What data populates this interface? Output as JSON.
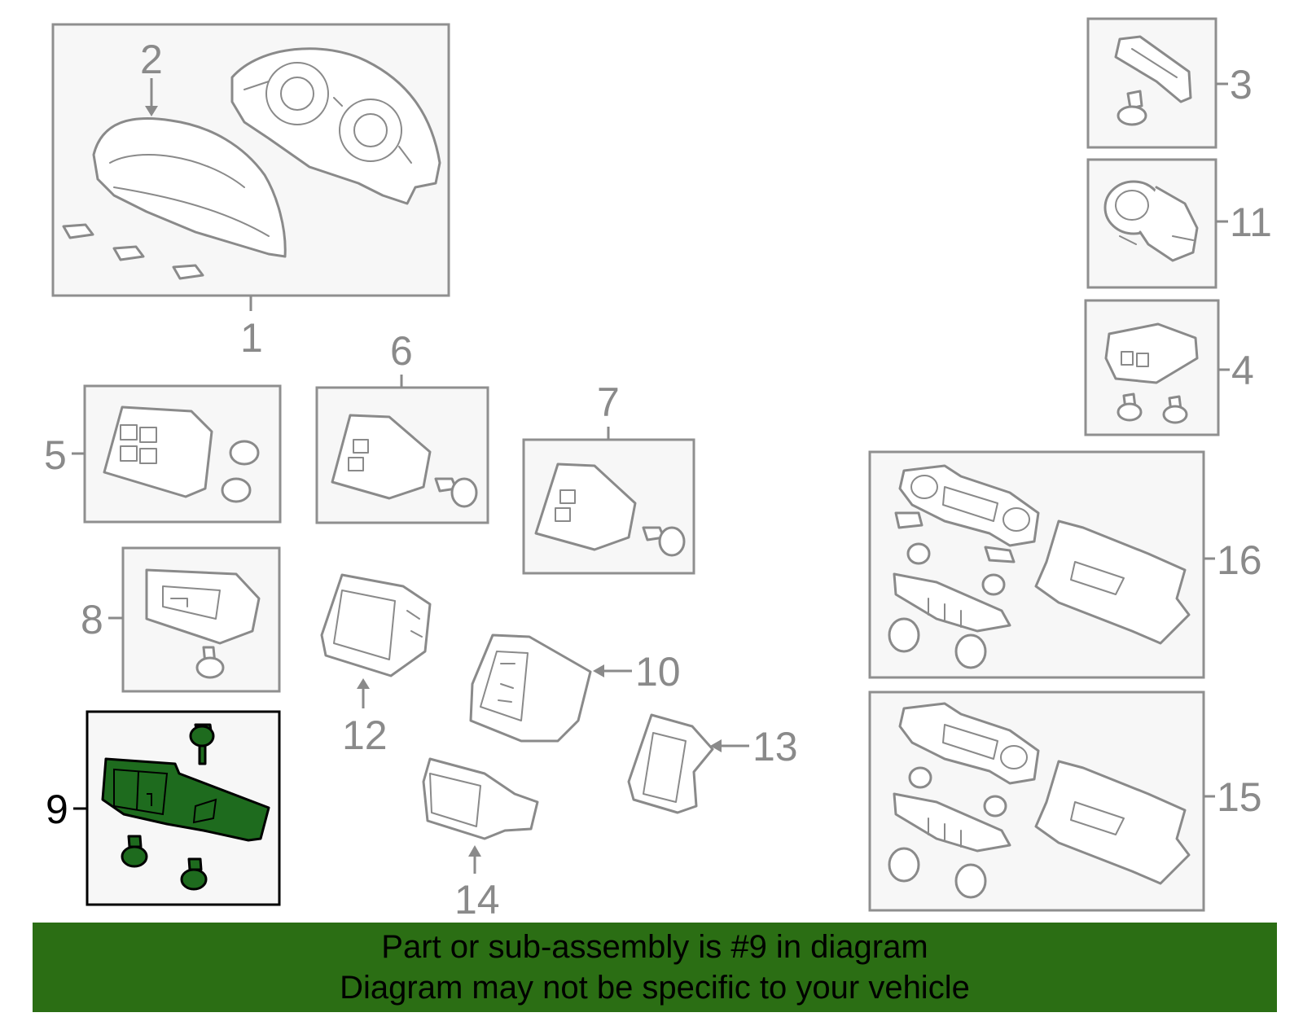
{
  "diagram": {
    "highlight_color": "#2b6e14",
    "highlighted_part": "9",
    "callouts": [
      "1",
      "2",
      "3",
      "4",
      "5",
      "6",
      "7",
      "8",
      "9",
      "10",
      "11",
      "12",
      "13",
      "14",
      "15",
      "16"
    ]
  },
  "footer": {
    "line1": "Part or sub-assembly is #9 in diagram",
    "line2": "Diagram may not be specific to your vehicle"
  }
}
